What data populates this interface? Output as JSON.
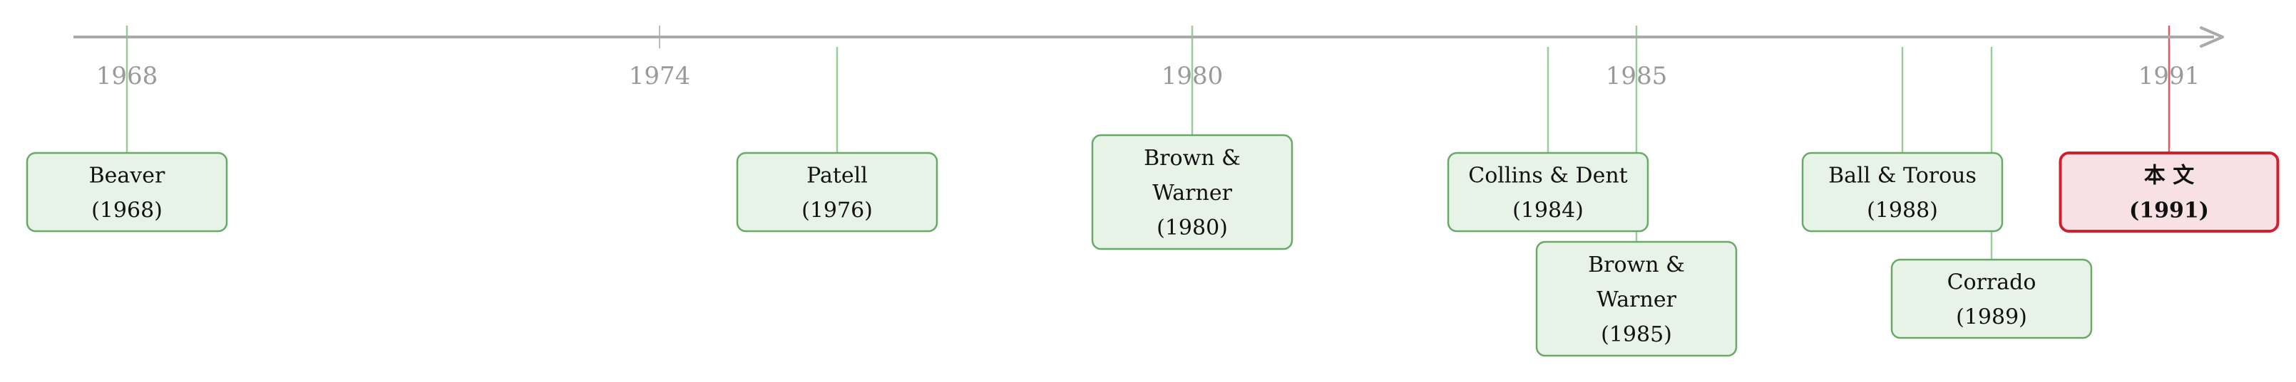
{
  "colors": {
    "axis": "#aaaaaa",
    "year_text": "#999999",
    "tick": "#bbbbbb",
    "connector": "#99cc99",
    "box_fill": "#e8f3e8",
    "box_border": "#66aa66",
    "highlight_fill": "#f8e1e4",
    "highlight_border": "#d0202e",
    "highlight_connector": "#e05a66",
    "text": "#111111"
  },
  "years": [
    "1968",
    "1974",
    "1980",
    "1985",
    "1991"
  ],
  "studies": [
    {
      "id": "beaver-1968",
      "lines": [
        "Beaver",
        "(1968)"
      ],
      "highlight": false
    },
    {
      "id": "patell-1976",
      "lines": [
        "Patell",
        "(1976)"
      ],
      "highlight": false
    },
    {
      "id": "brown-warner-1980",
      "lines": [
        "Brown &",
        "Warner",
        "(1980)"
      ],
      "highlight": false
    },
    {
      "id": "collins-dent-1984",
      "lines": [
        "Collins & Dent",
        "(1984)"
      ],
      "highlight": false
    },
    {
      "id": "brown-warner-1985",
      "lines": [
        "Brown &",
        "Warner",
        "(1985)"
      ],
      "highlight": false
    },
    {
      "id": "ball-torous-1988",
      "lines": [
        "Ball & Torous",
        "(1988)"
      ],
      "highlight": false
    },
    {
      "id": "corrado-1989",
      "lines": [
        "Corrado",
        "(1989)"
      ],
      "highlight": false
    },
    {
      "id": "this-paper-1991",
      "lines": [
        "本 文",
        "(1991)"
      ],
      "highlight": true
    }
  ]
}
